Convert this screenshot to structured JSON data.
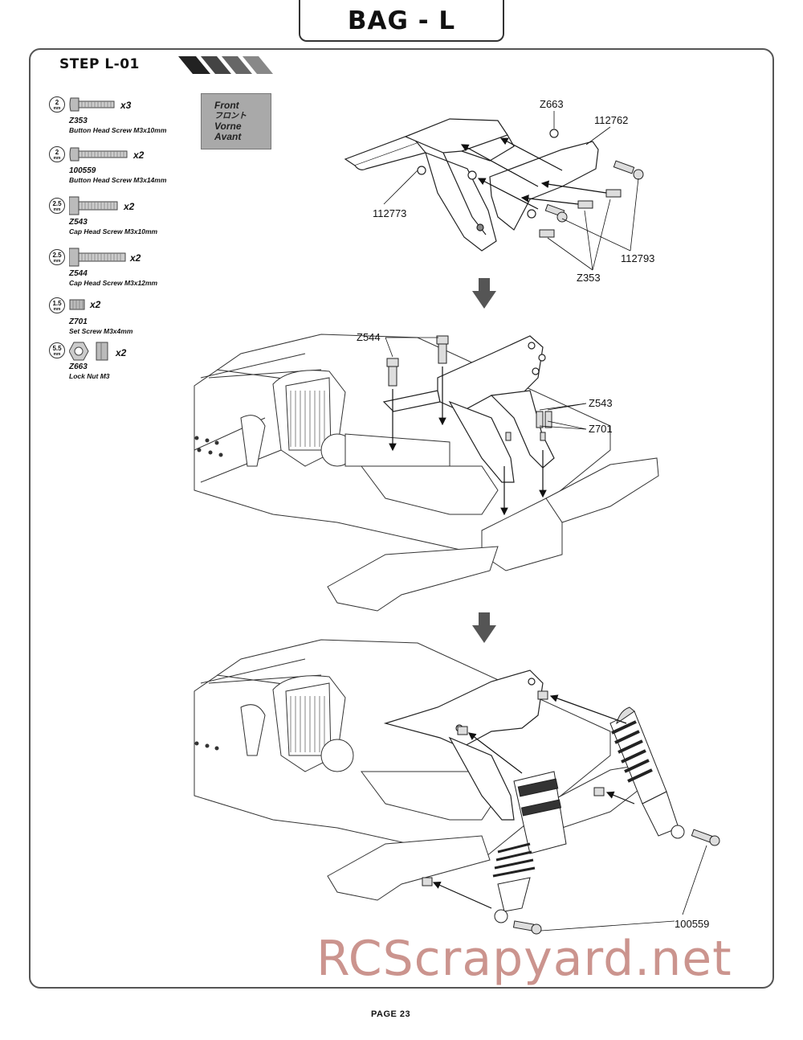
{
  "header": {
    "bag_title": "BAG - L"
  },
  "step": {
    "title": "STEP L-01"
  },
  "front_label": {
    "lines": [
      "Front",
      "フロント",
      "Vorne",
      "Avant"
    ]
  },
  "parts": [
    {
      "tool": "2",
      "unit": "mm",
      "qty": "x3",
      "code": "Z353",
      "desc": "Button Head Screw M3x10mm"
    },
    {
      "tool": "2",
      "unit": "mm",
      "qty": "x2",
      "code": "100559",
      "desc": "Button Head Screw M3x14mm"
    },
    {
      "tool": "2.5",
      "unit": "mm",
      "qty": "x2",
      "code": "Z543",
      "desc": "Cap Head Screw M3x10mm"
    },
    {
      "tool": "2.5",
      "unit": "mm",
      "qty": "x2",
      "code": "Z544",
      "desc": "Cap Head Screw M3x12mm"
    },
    {
      "tool": "1.5",
      "unit": "mm",
      "qty": "x2",
      "code": "Z701",
      "desc": "Set Screw M3x4mm"
    },
    {
      "tool": "5.5",
      "unit": "mm",
      "qty": "x2",
      "code": "Z663",
      "desc": "Lock Nut M3"
    }
  ],
  "callouts": {
    "top": [
      "Z663",
      "112762",
      "112773",
      "112793",
      "Z353"
    ],
    "middle": [
      "Z544",
      "Z543",
      "Z701"
    ],
    "bottom": [
      "100559"
    ]
  },
  "watermark": "RCScrapyard.net",
  "footer": {
    "page": "PAGE 23"
  }
}
